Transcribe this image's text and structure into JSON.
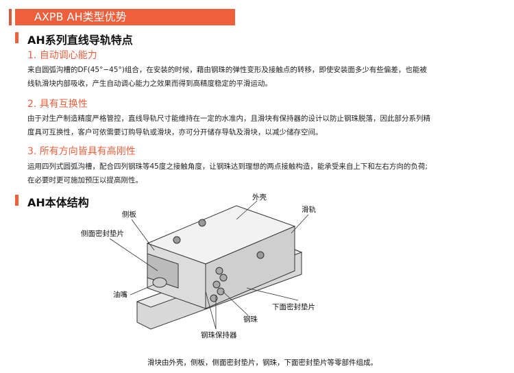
{
  "banner": "AXPB AH类型优势",
  "features": {
    "title": "AH系列直线导轨特点",
    "items": [
      {
        "title": "1. 自动调心能力",
        "text": "来自圆弧沟槽的DF(45°−45°)组合，在安装的时候，藉由钢珠的弹性变形及接触点的转移，即使安装面多少有些偏差，也能被线轨滑块内部吸收，产生自动调心能力之效果而得到高精度稳定的平滑运动。"
      },
      {
        "title": "2. 具有互换性",
        "text": "由于对生产制造精度严格管控，直线导轨尺寸能维持在一定的水准内，且滑块有保持器的设计以防止钢珠脱落，因此部分系列精度具可互换性，客户可依需要订购导轨或滑块，亦可分开储存导轨及滑块，以减少储存空间。"
      },
      {
        "title": "3. 所有方向皆具有高刚性",
        "text": "运用四列式圆弧沟槽，配合四列钢珠等45度之接触角度，让钢珠达到理想的两点接触构造，能承受来自上下和左右方向的负荷;在必要时更可施加预压以提高刚性。"
      }
    ]
  },
  "structure": {
    "title": "AH本体结构",
    "labels": {
      "shell": "外壳",
      "rail": "滑轨",
      "end_plate": "侧板",
      "end_seal": "侧面密封垫片",
      "grease_nipple": "油嘴",
      "bottom_seal": "下面密封垫片",
      "ball": "钢珠",
      "retainer": "钢珠保持器"
    },
    "caption": "滑块由外壳，侧板，侧面密封垫片，钢珠，下面密封垫片等零部件组成。"
  }
}
